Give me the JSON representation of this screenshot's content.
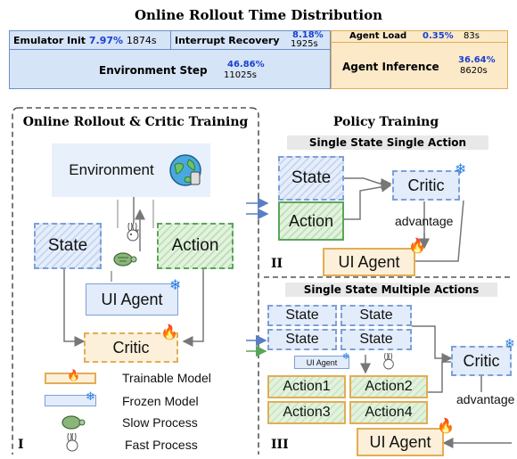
{
  "title": "Online Rollout Time Distribution",
  "timebar": {
    "emulator_init": {
      "label": "Emulator Init",
      "pct": "7.97%",
      "secs": "1874s"
    },
    "interrupt_recovery": {
      "label": "Interrupt Recovery",
      "pct": "8.18%",
      "secs": "1925s"
    },
    "environment_step": {
      "label": "Environment Step",
      "pct": "46.86%",
      "secs": "11025s"
    },
    "agent_load": {
      "label": "Agent Load",
      "pct": "0.35%",
      "secs": "83s"
    },
    "agent_inference": {
      "label": "Agent Inference",
      "pct": "36.64%",
      "secs": "8620s"
    }
  },
  "left_panel": {
    "title": "Online Rollout & Critic Training",
    "environment": "Environment",
    "state": "State",
    "action": "Action",
    "ui_agent": "UI Agent",
    "critic": "Critic",
    "roman": "I",
    "legend": {
      "trainable": "Trainable Model",
      "frozen": "Frozen Model",
      "slow": "Slow Process",
      "fast": "Fast Process"
    }
  },
  "policy": {
    "title": "Policy Training",
    "ssa": {
      "title": "Single State Single Action",
      "state": "State",
      "action": "Action",
      "critic": "Critic",
      "advantage": "advantage",
      "ui_agent": "UI Agent",
      "roman": "II"
    },
    "sma": {
      "title": "Single State Multiple Actions",
      "states": [
        "State",
        "State",
        "State",
        "State"
      ],
      "small_agent": "UI Agent",
      "actions": [
        "Action1",
        "Action2",
        "Action3",
        "Action4"
      ],
      "critic": "Critic",
      "advantage": "advantage",
      "ui_agent": "UI Agent",
      "roman": "III"
    }
  },
  "colors": {
    "blue_fill": "#d6e4f7",
    "orange_fill": "#fbe9c8",
    "green_border": "#5aa55a",
    "percent_blue": "#1a3fd0"
  },
  "icons": [
    "globe-icon",
    "snowflake-icon",
    "fire-icon",
    "turtle-icon",
    "rabbit-icon"
  ]
}
